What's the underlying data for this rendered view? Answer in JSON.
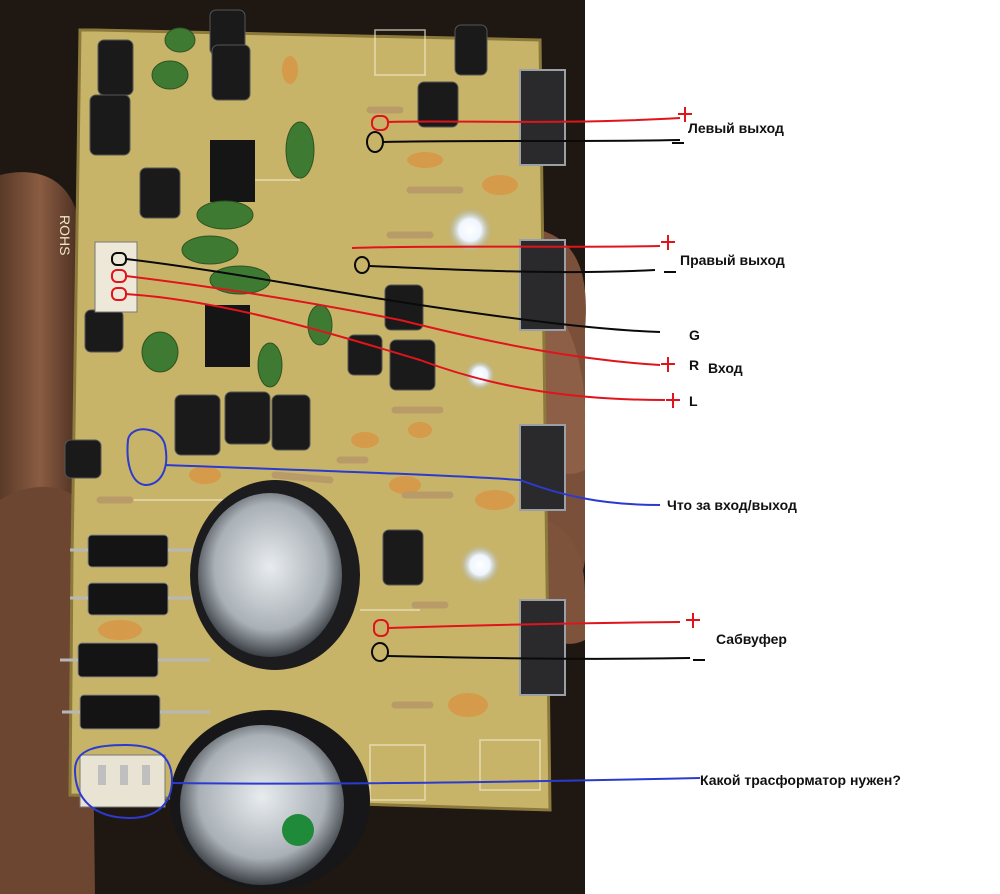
{
  "annotations": {
    "left_output": "Левый выход",
    "right_output": "Правый выход",
    "input": "Вход",
    "input_ground": "G",
    "input_right": "R",
    "input_left": "L",
    "unknown_connector": "Что за вход/выход",
    "subwoofer": "Сабвуфер",
    "transformer_question": "Какой трасформатор нужен?",
    "plus_sign": "+",
    "minus_sign": "_"
  },
  "board_print": {
    "rohs": "ROHS"
  },
  "colors": {
    "positive_wire": "#e0141c",
    "ground_wire": "#0a0a0a",
    "question_wire": "#2b3bd0",
    "pcb": "#c9b56a"
  }
}
